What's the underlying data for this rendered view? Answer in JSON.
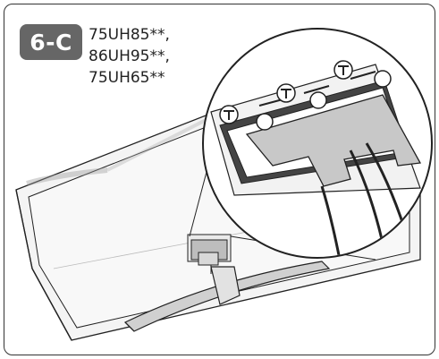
{
  "step": {
    "label": "6-C"
  },
  "models": [
    "75UH85**,",
    "86UH95**,",
    "75UH65**"
  ],
  "colors": {
    "badge_bg": "#666666",
    "cover_fill": "#c8c8c8",
    "line": "#222222"
  }
}
